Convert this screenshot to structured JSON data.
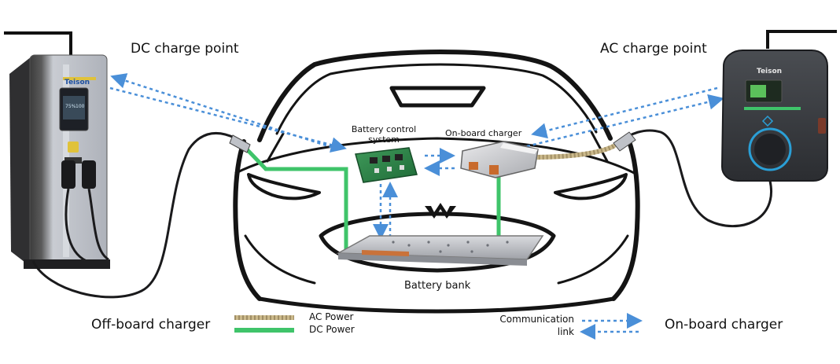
{
  "labels": {
    "dc_charge_point": "DC charge point",
    "ac_charge_point": "AC charge point",
    "battery_control_system": "Battery control system",
    "on_board_charger_component": "On-board charger",
    "battery_bank": "Battery bank",
    "off_board_charger": "Off-board charger",
    "on_board_charger": "On-board charger"
  },
  "legend": {
    "ac_power": "AC Power",
    "dc_power": "DC Power",
    "communication_link": "Communication link"
  },
  "brands": {
    "dc_station": "Teison",
    "ac_station": "Teison"
  },
  "dc_screen": {
    "left": "75%",
    "right": "100"
  },
  "colors": {
    "dc_power": "#3fc46a",
    "ac_power": "#cbb98b",
    "communication": "#4a8fd8",
    "car_outline": "#141414",
    "ac_ring": "#2a9fd6"
  }
}
